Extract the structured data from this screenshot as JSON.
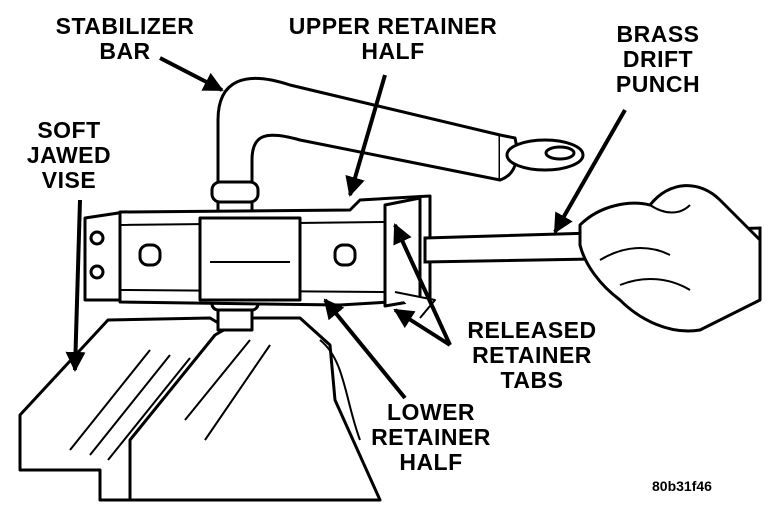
{
  "labels": {
    "stabilizer_bar": [
      "STABILIZER",
      "BAR"
    ],
    "upper_retainer_half": [
      "UPPER RETAINER",
      "HALF"
    ],
    "brass_drift_punch": [
      "BRASS",
      "DRIFT",
      "PUNCH"
    ],
    "soft_jawed_vise": [
      "SOFT",
      "JAWED",
      "VISE"
    ],
    "released_retainer_tabs": [
      "RELEASED",
      "RETAINER",
      "TABS"
    ],
    "lower_retainer_half": [
      "LOWER",
      "RETAINER",
      "HALF"
    ]
  },
  "figure_id": "80b31f46",
  "colors": {
    "ink": "#000000",
    "paper": "#ffffff"
  }
}
